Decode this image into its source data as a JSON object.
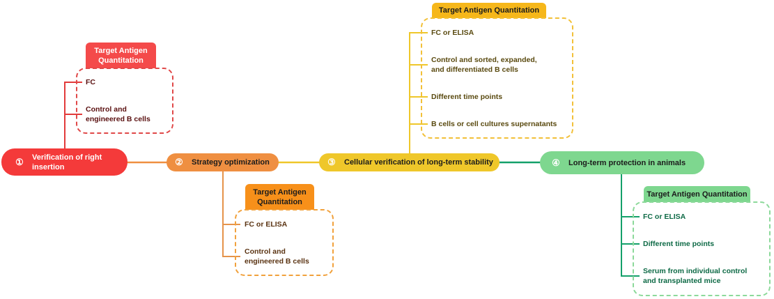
{
  "colors": {
    "step1": "#f43a3a",
    "step2": "#ef8f41",
    "step3": "#efc72a",
    "step4": "#7ed78f",
    "step1_text": "#5a1010",
    "step2_text": "#5a3312",
    "step3_text": "#5a4a10",
    "step4_text": "#0e6a46"
  },
  "steps": [
    {
      "number": "①",
      "title": "Verification of right insertion",
      "quantitation": {
        "heading": "Target Antigen Quantitation",
        "items": [
          "FC",
          "Control and engineered B cells"
        ]
      }
    },
    {
      "number": "②",
      "title": "Strategy optimization",
      "quantitation": {
        "heading": "Target Antigen Quantitation",
        "items": [
          "FC or ELISA",
          "Control and engineered B cells"
        ]
      }
    },
    {
      "number": "③",
      "title": "Cellular verification of long-term stability",
      "quantitation": {
        "heading": "Target Antigen Quantitation",
        "items": [
          "FC or ELISA",
          "Control and sorted, expanded, and differentiated B cells",
          "Different time points",
          "B cells or cell cultures supernatants"
        ]
      }
    },
    {
      "number": "④",
      "title": "Long-term protection in animals",
      "quantitation": {
        "heading": "Target Antigen Quantitation",
        "items": [
          "FC or ELISA",
          "Different time points",
          "Serum from individual control and transplanted mice"
        ]
      }
    }
  ]
}
